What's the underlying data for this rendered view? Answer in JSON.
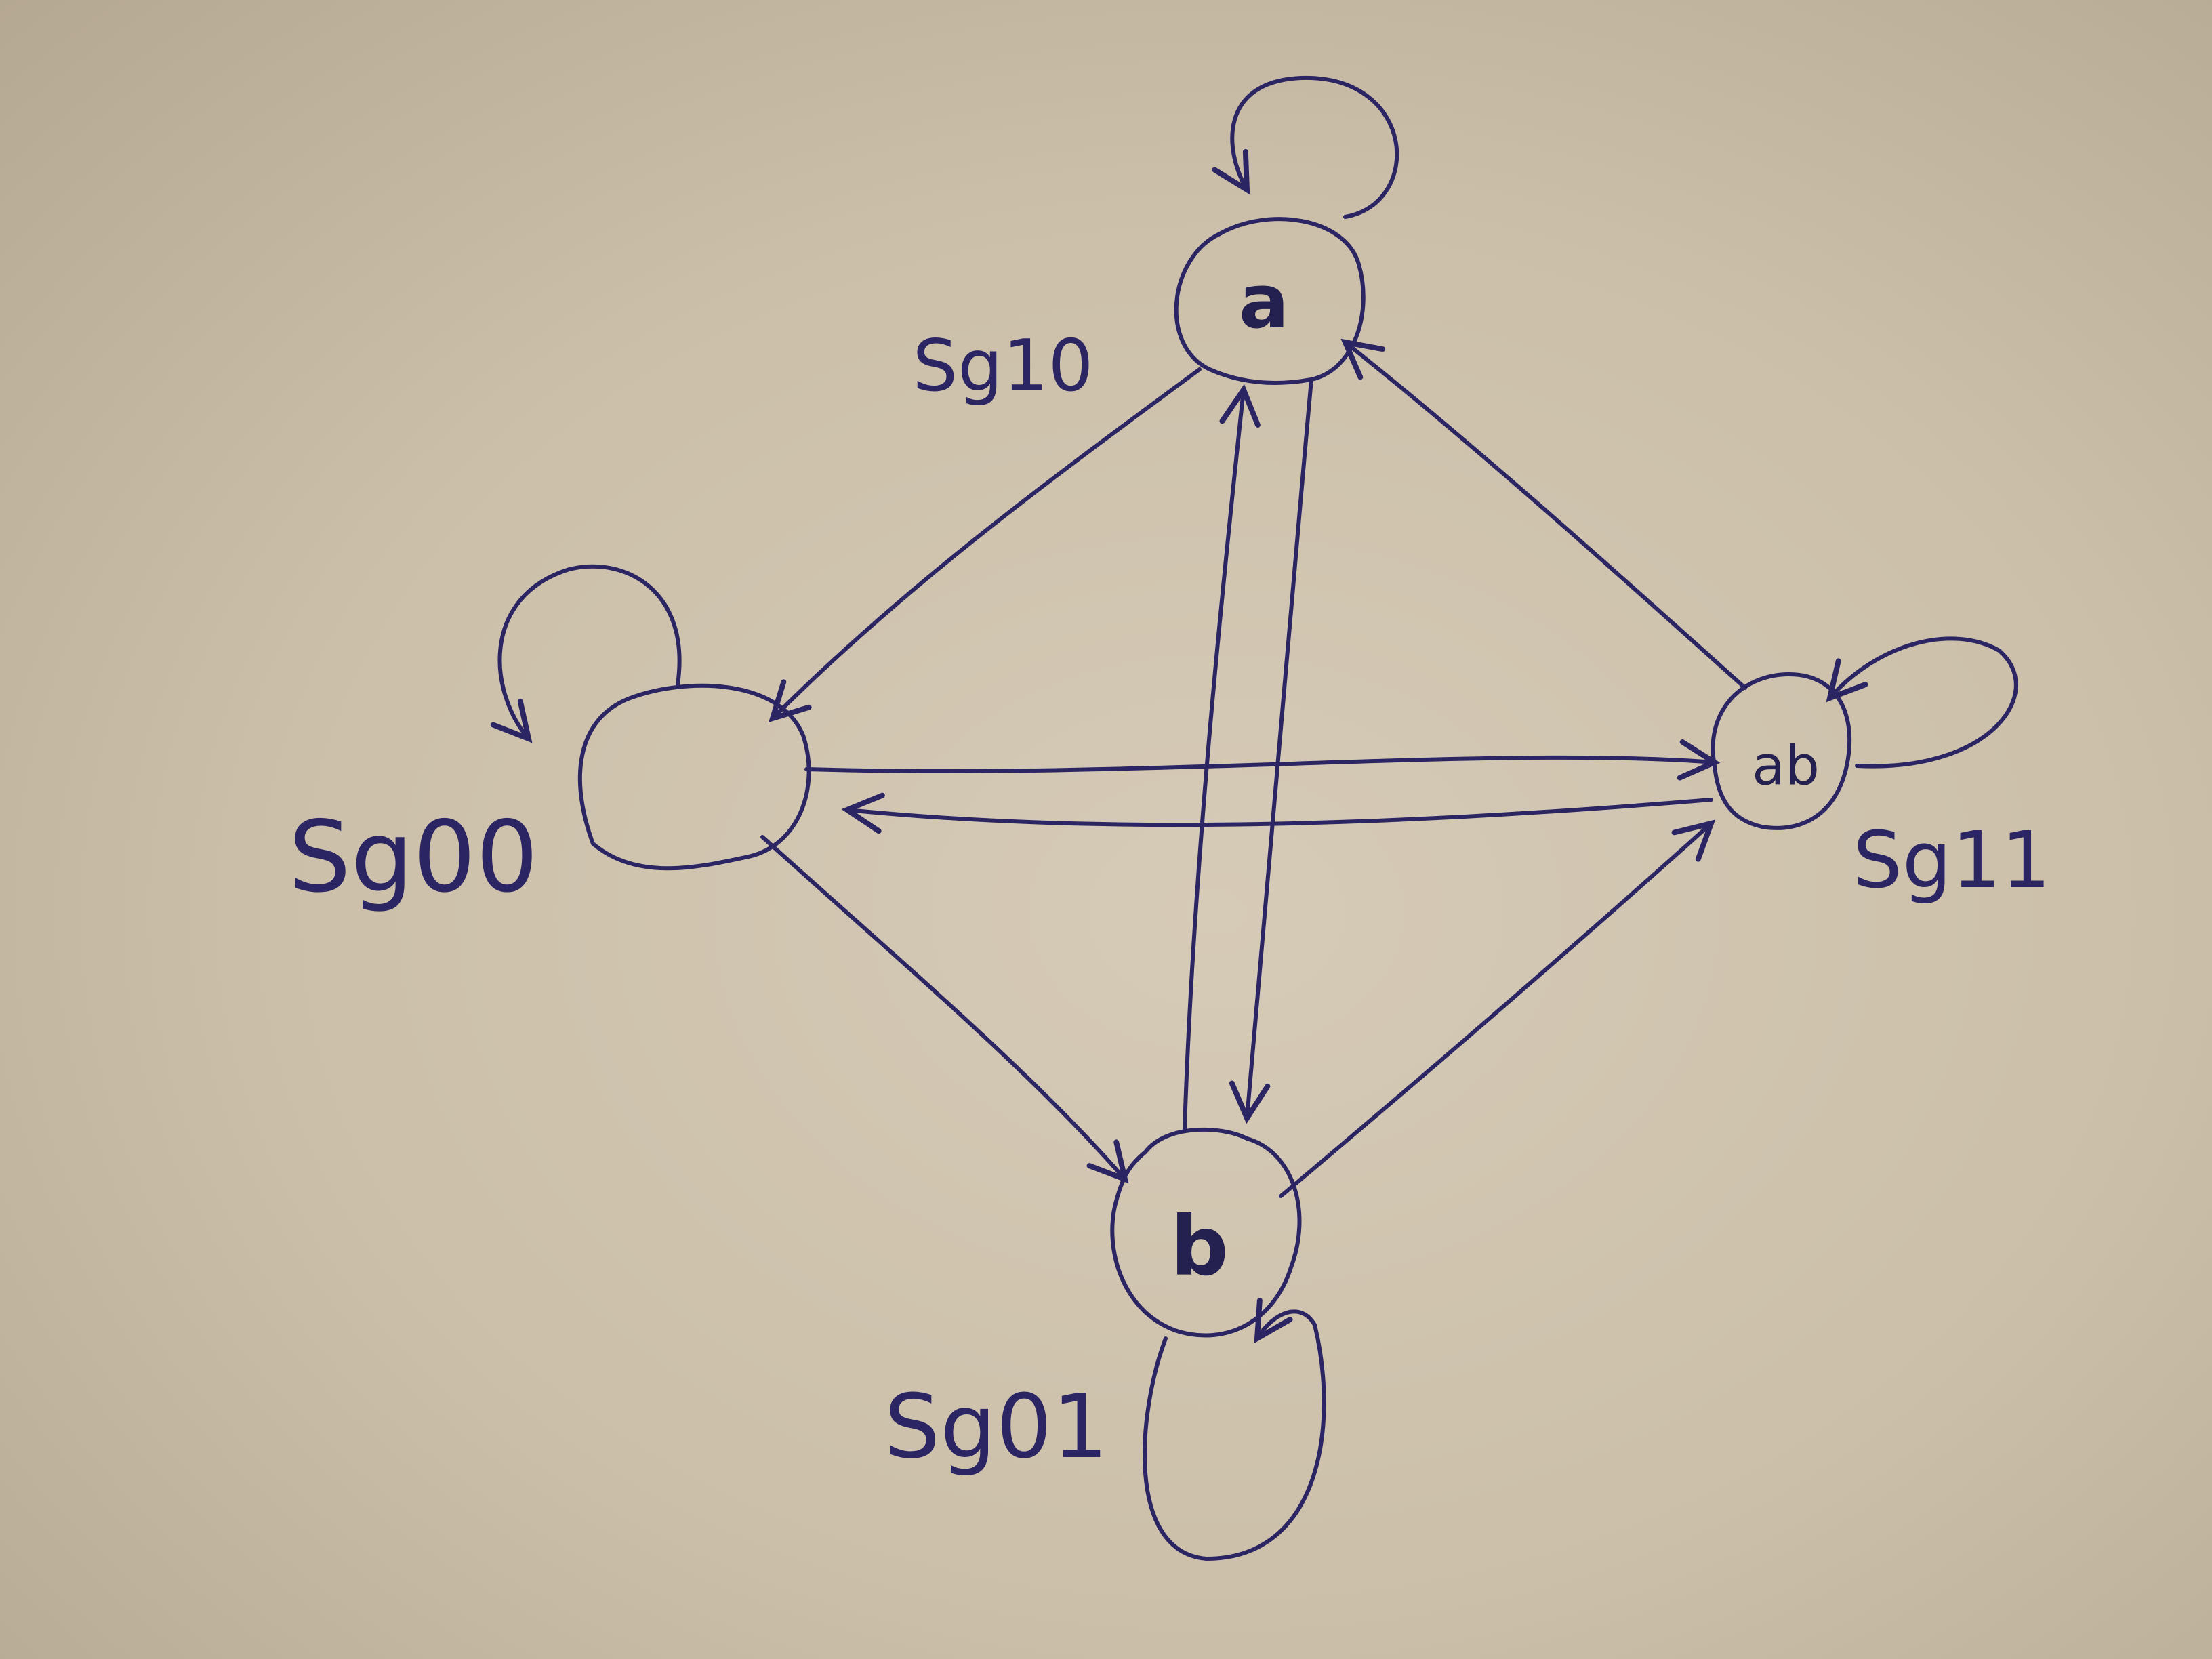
{
  "diagram": {
    "type": "state-transition",
    "ink_color": "#2c2563",
    "paper_color": "#cbbfa9",
    "nodes": [
      {
        "id": "sg10",
        "symbol": "a",
        "state_label": "Sg10"
      },
      {
        "id": "sg00",
        "symbol": "",
        "state_label": "Sg00"
      },
      {
        "id": "sg11",
        "symbol": "ab",
        "state_label": "Sg11"
      },
      {
        "id": "sg01",
        "symbol": "b",
        "state_label": "Sg01"
      }
    ],
    "edges": [
      {
        "from": "sg10",
        "to": "sg10"
      },
      {
        "from": "sg00",
        "to": "sg00"
      },
      {
        "from": "sg11",
        "to": "sg11"
      },
      {
        "from": "sg01",
        "to": "sg01"
      },
      {
        "from": "sg10",
        "to": "sg00"
      },
      {
        "from": "sg11",
        "to": "sg10"
      },
      {
        "from": "sg10",
        "to": "sg01"
      },
      {
        "from": "sg01",
        "to": "sg10"
      },
      {
        "from": "sg00",
        "to": "sg11"
      },
      {
        "from": "sg11",
        "to": "sg00"
      },
      {
        "from": "sg00",
        "to": "sg01"
      },
      {
        "from": "sg01",
        "to": "sg11"
      }
    ]
  }
}
